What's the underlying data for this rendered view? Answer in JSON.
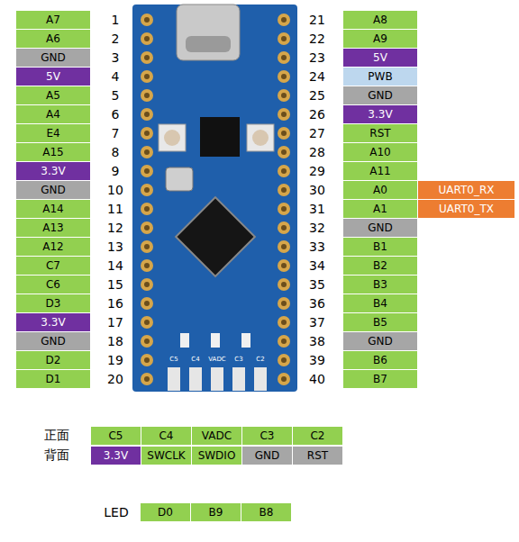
{
  "diagram": {
    "labels": [
      "A7",
      "1",
      "A6",
      "2",
      "GND",
      "3",
      "5V",
      "4",
      "A5",
      "5",
      "A4",
      "6",
      "E4",
      "7",
      "A15",
      "8",
      "3.3V",
      "9",
      "GND",
      "10",
      "A14",
      "11",
      "A13",
      "12",
      "A12",
      "13",
      "C7",
      "14",
      "C6",
      "15",
      "D3",
      "16",
      "3.3V",
      "17",
      "GND",
      "18",
      "D2",
      "19",
      "D1",
      "20",
      "21",
      "A8",
      "22",
      "A9",
      "23",
      "5V",
      "24",
      "PWB",
      "25",
      "GND",
      "26",
      "3.3V",
      "27",
      "RST",
      "28",
      "A10",
      "29",
      "A11",
      "30",
      "A0",
      "31",
      "A1",
      "32",
      "GND",
      "33",
      "B1",
      "34",
      "B2",
      "35",
      "B3",
      "36",
      "B4",
      "37",
      "B5",
      "38",
      "GND",
      "39",
      "B6",
      "40",
      "B7",
      "UART0_RX",
      "UART0_TX",
      "正面",
      "C5",
      "C4",
      "VADC",
      "C3",
      "C2",
      "背面",
      "3.3V",
      "SWCLK",
      "SWDIO",
      "GND",
      "RST",
      "LED",
      "D0",
      "B9",
      "B8",
      "C5",
      "C4",
      "VADC",
      "C3",
      "C2"
    ]
  }
}
